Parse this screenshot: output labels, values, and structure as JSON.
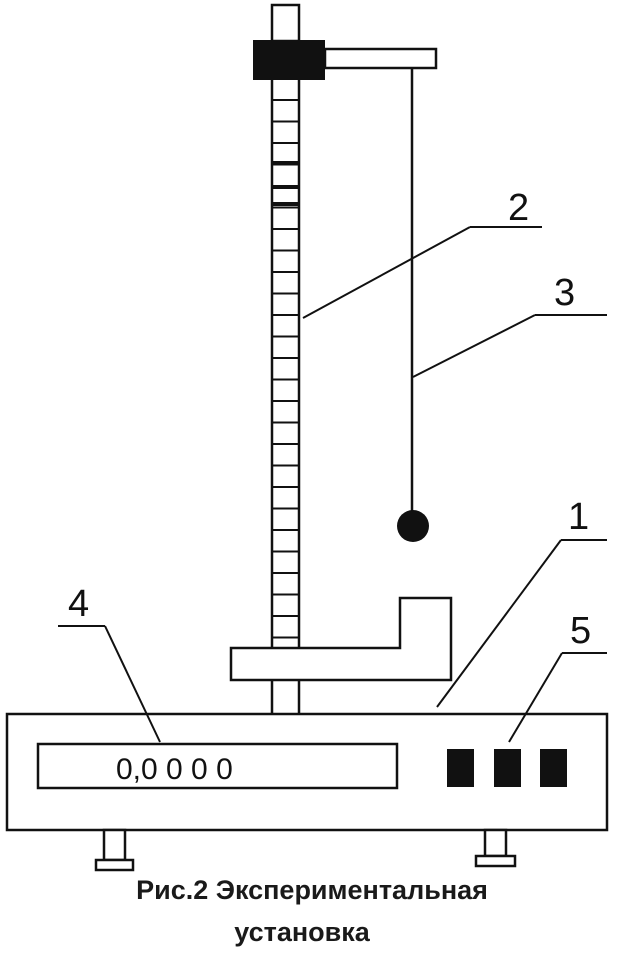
{
  "labels": {
    "base": "1",
    "scale": "2",
    "pendulum": "3",
    "display": "4",
    "buttons": "5"
  },
  "display": {
    "reading": "0,0 0 0 0"
  },
  "caption": {
    "line1": "Рис.2 Экспериментальная",
    "line2": "установка"
  },
  "colors": {
    "stroke": "#111111",
    "fill_dark": "#111111",
    "background": "#ffffff"
  }
}
